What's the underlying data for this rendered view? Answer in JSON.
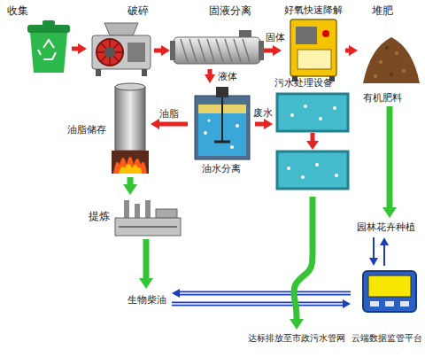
{
  "diagram": {
    "nodes": [
      {
        "text": [
          "收集"
        ]
      },
      {
        "text": [
          "破碎"
        ]
      },
      {
        "text": [
          "固液分离"
        ]
      },
      {
        "text": [
          "好氧快速降解"
        ]
      },
      {
        "text": [
          "堆肥",
          "有机肥料"
        ]
      },
      {
        "text": [
          "油脂储存"
        ]
      },
      {
        "text": [
          "油水分离"
        ]
      },
      {
        "text": [
          "污水处理设备"
        ]
      },
      {
        "text": [
          "提炼"
        ]
      },
      {
        "text": [
          "园林花卉种植"
        ]
      },
      {
        "text": [
          "生物柴油"
        ]
      },
      {
        "text": [
          "云端数据监管平台"
        ]
      },
      {
        "text": [
          "达标排放至市政污水管网"
        ]
      }
    ],
    "edges": [
      {
        "from": 0,
        "to": 1,
        "arrow": "to"
      },
      {
        "from": 1,
        "to": 2,
        "arrow": "to"
      },
      {
        "from": 2,
        "to": 3,
        "label": "固体",
        "arrow": "to"
      },
      {
        "from": 3,
        "to": 4,
        "arrow": "to"
      },
      {
        "from": 2,
        "to": 6,
        "label": "液体",
        "arrow": "to"
      },
      {
        "from": 6,
        "to": 5,
        "label": "油脂",
        "arrow": "to"
      },
      {
        "from": 6,
        "to": 7,
        "label": "废水",
        "arrow": "to"
      },
      {
        "from": 5,
        "to": 8,
        "arrow": "to"
      },
      {
        "from": 8,
        "to": 10,
        "arrow": "to"
      },
      {
        "from": 4,
        "to": 9,
        "arrow": "to"
      },
      {
        "from": 9,
        "to": 11,
        "arrow": "to"
      },
      {
        "from": 11,
        "to": 9,
        "arrow": "to"
      },
      {
        "from": 10,
        "to": 11,
        "arrow": "to"
      },
      {
        "from": 11,
        "to": 10,
        "arrow": "to"
      },
      {
        "from": 7,
        "to": 12,
        "arrow": "to"
      }
    ]
  }
}
